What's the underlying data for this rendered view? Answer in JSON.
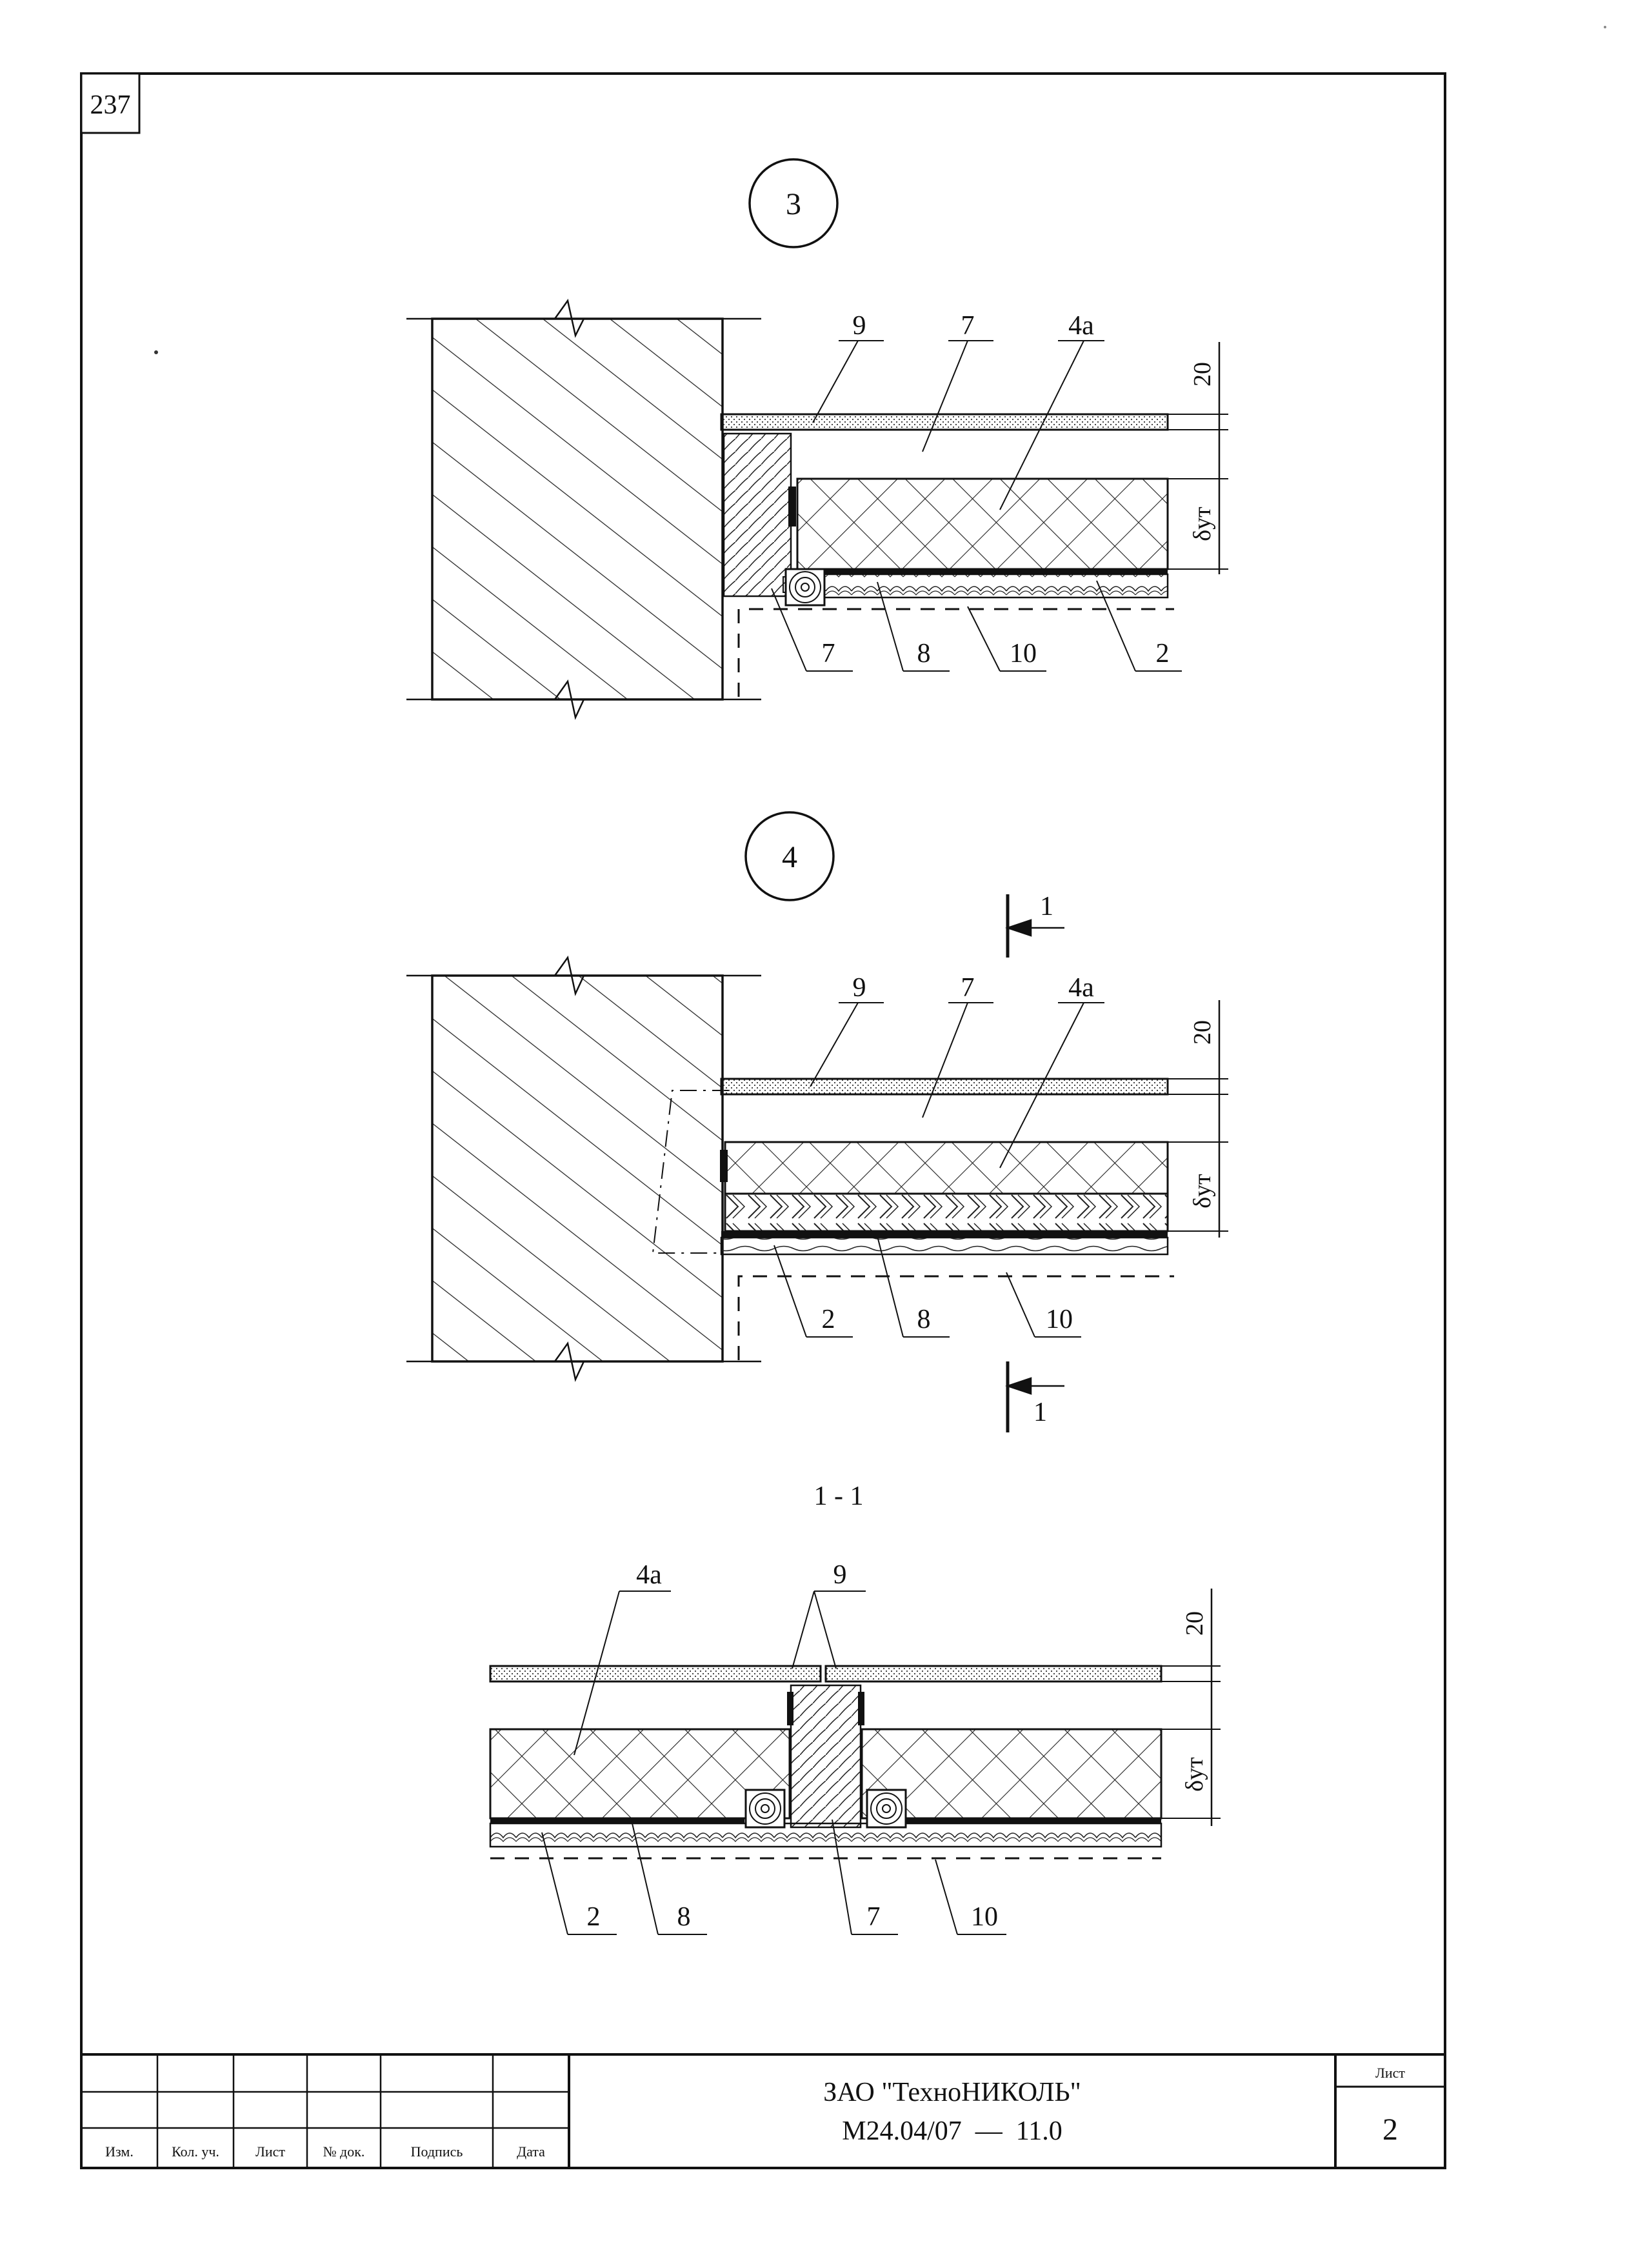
{
  "page_number": "237",
  "details": {
    "d3": {
      "marker": "3",
      "labels_top": [
        "9",
        "7",
        "4а"
      ],
      "labels_bottom": [
        "7",
        "8",
        "10",
        "2"
      ],
      "dim_top": "20",
      "dim_side": "δут"
    },
    "d4": {
      "marker": "4",
      "labels_top": [
        "9",
        "7",
        "4а"
      ],
      "labels_bottom": [
        "2",
        "8",
        "10"
      ],
      "dim_top": "20",
      "dim_side": "δут",
      "cut_label_top": "1",
      "cut_label_bottom": "1"
    },
    "section": {
      "title": "1 - 1",
      "label_4a": "4а",
      "label_9": "9",
      "labels_bottom": [
        "2",
        "8",
        "7",
        "10"
      ],
      "dim_top": "20",
      "dim_side": "δут"
    }
  },
  "title_block": {
    "columns": [
      "Изм.",
      "Кол. уч.",
      "Лист",
      "№ док.",
      "Подпись",
      "Дата"
    ],
    "company": "ЗАО \"ТехноНИКОЛЬ\"",
    "doc_code": "М24.04/07  —  11.0",
    "sheet_label": "Лист",
    "sheet_number": "2"
  }
}
